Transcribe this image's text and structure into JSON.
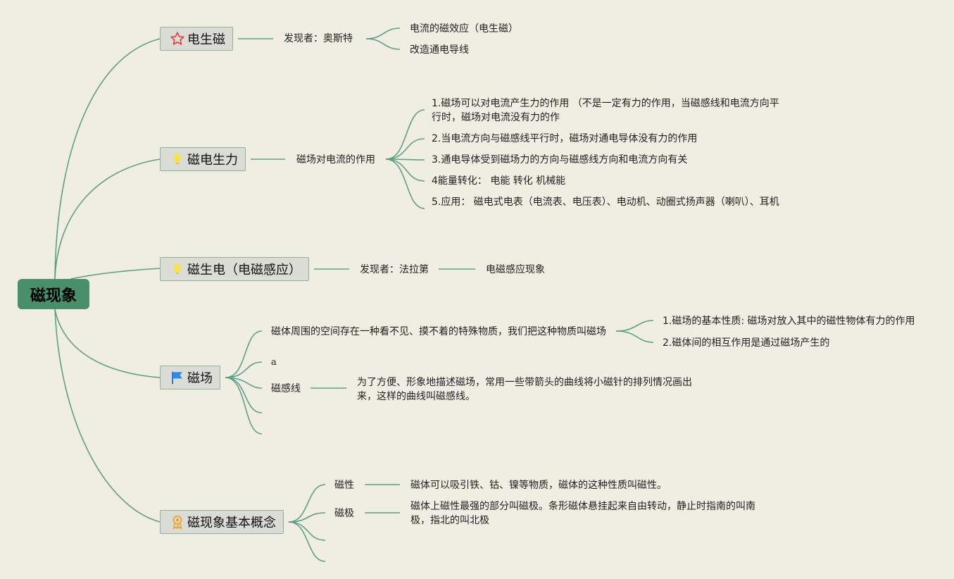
{
  "root": {
    "label": "磁现象"
  },
  "topics": {
    "t1": {
      "label": "电生磁",
      "icon": "star-icon"
    },
    "t2": {
      "label": "磁电生力",
      "icon": "lightbulb-icon"
    },
    "t3": {
      "label": "磁生电（电磁感应）",
      "icon": "lightbulb-icon"
    },
    "t4": {
      "label": "磁场",
      "icon": "flag-icon"
    },
    "t5": {
      "label": "磁现象基本概念",
      "icon": "medal-icon"
    }
  },
  "nodes": {
    "t1_discoverer": "发现者：奥斯特",
    "t1_c1": "电流的磁效应（电生磁）",
    "t1_c2": "改造通电导线",
    "t2_sub": "磁场对电流的作用",
    "t2_c1": "1.磁场可以对电流产生力的作用 （不是一定有力的作用，当磁感线和电流方向平行时，磁场对电流没有力的作",
    "t2_c2": "2.当电流方向与磁感线平行时，磁场对通电导体没有力的作用",
    "t2_c3": "3.通电导体受到磁场力的方向与磁感线方向和电流方向有关",
    "t2_c4": "4能量转化： 电能 转化 机械能",
    "t2_c5": "5.应用： 磁电式电表（电流表、电压表）、电动机、动圈式扬声器（喇叭）、耳机",
    "t3_discoverer": "发现者：法拉第",
    "t3_c1": "电磁感应现象",
    "t4_def": "磁体周围的空间存在一种看不见、摸不着的特殊物质，我们把这种物质叫磁场",
    "t4_def_c1": "1.磁场的基本性质: 磁场对放入其中的磁性物体有力的作用",
    "t4_def_c2": "2.磁体间的相互作用是通过磁场产生的",
    "t4_a": "a",
    "t4_lines": "磁感线",
    "t4_lines_c1": "为了方便、形象地描述磁场，常用一些带箭头的曲线将小磁针的排列情况画出来，这样的曲线叫磁感线。",
    "t5_mag": "磁性",
    "t5_mag_c1": "磁体可以吸引铁、钴、镍等物质，磁体的这种性质叫磁性。",
    "t5_pole": "磁极",
    "t5_pole_c1": "磁体上磁性最强的部分叫磁极。条形磁体悬挂起来自由转动，静止时指南的叫南极，指北的叫北极"
  },
  "colors": {
    "background": "#f0ede3",
    "root": "#4a8f6c",
    "line": "#5f9f86",
    "topic_fill": "#dcdcd7",
    "topic_border": "#8fb2a0"
  }
}
